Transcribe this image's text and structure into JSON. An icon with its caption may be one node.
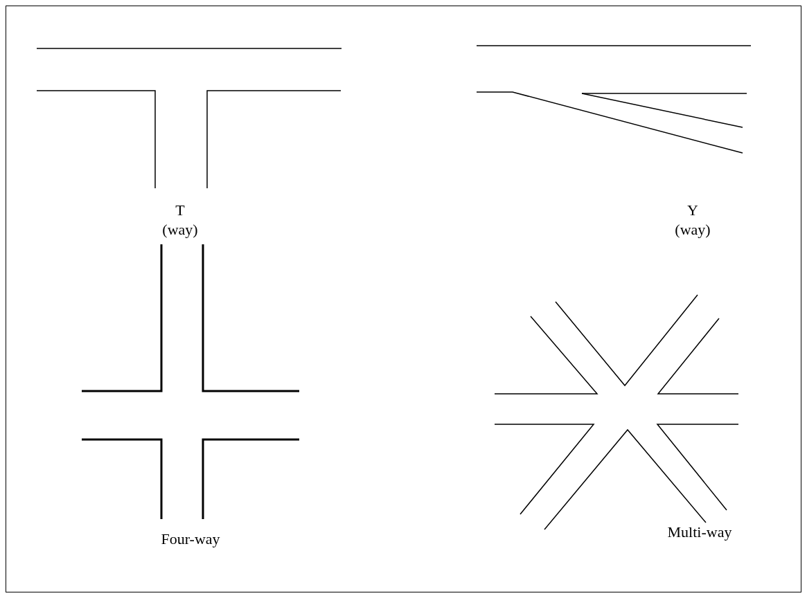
{
  "diagram": {
    "labels": [
      "T",
      "(way)",
      "Y",
      "(way)",
      "Four-way",
      "Multi-way"
    ]
  }
}
